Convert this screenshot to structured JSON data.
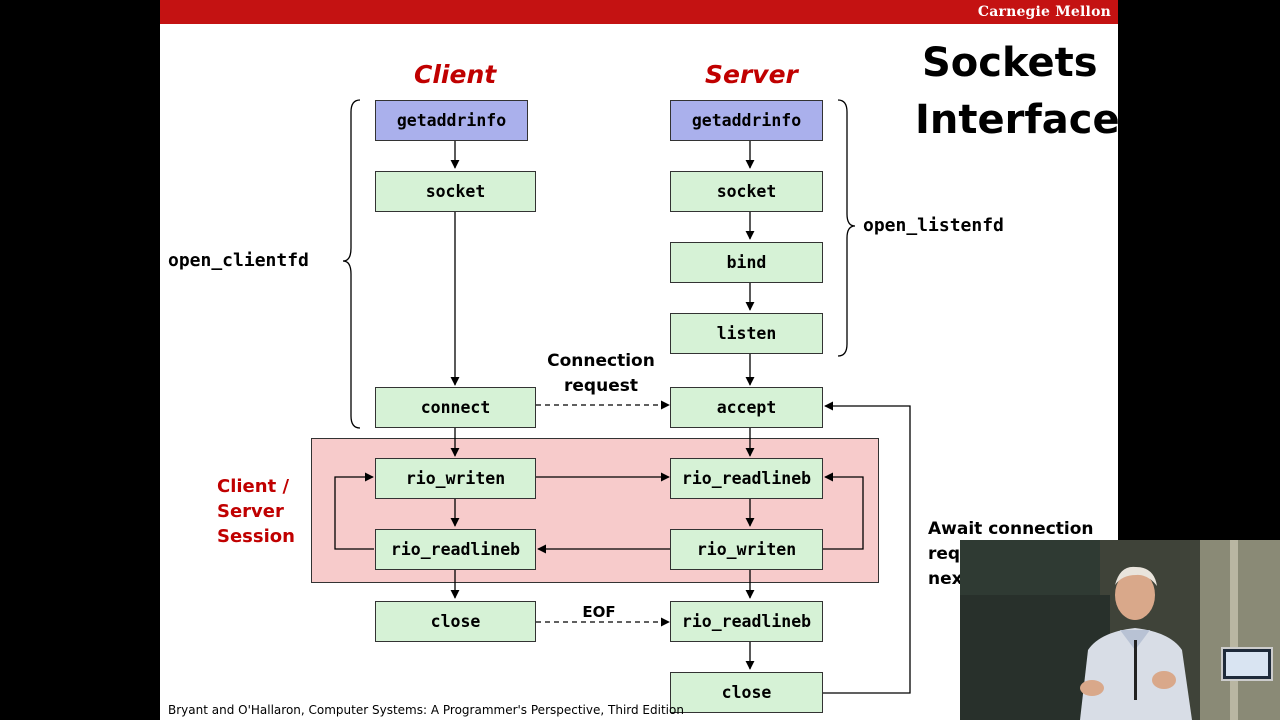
{
  "header": {
    "brand": "Carnegie Mellon"
  },
  "title": {
    "line1": "Sockets",
    "line2": "Interface"
  },
  "columns": {
    "client": "Client",
    "server": "Server"
  },
  "client_steps": {
    "getaddrinfo": "getaddrinfo",
    "socket": "socket",
    "connect": "connect",
    "rio_writen": "rio_writen",
    "rio_readlineb": "rio_readlineb",
    "close": "close"
  },
  "server_steps": {
    "getaddrinfo": "getaddrinfo",
    "socket": "socket",
    "bind": "bind",
    "listen": "listen",
    "accept": "accept",
    "rio_readlineb": "rio_readlineb",
    "rio_writen": "rio_writen",
    "rio_readlineb_eof": "rio_readlineb",
    "close": "close"
  },
  "brace_labels": {
    "client": "open_clientfd",
    "server": "open_listenfd"
  },
  "annotations": {
    "connection_request_1": "Connection",
    "connection_request_2": "request",
    "eof": "EOF",
    "await_1": "Await connection",
    "await_2": "request from",
    "await_3": "next client",
    "session_1": "Client /",
    "session_2": "Server",
    "session_3": "Session"
  },
  "footer": {
    "credit": "Bryant and O'Hallaron, Computer Systems: A Programmer's Perspective, Third Edition"
  },
  "colors": {
    "brand_red": "#c41212",
    "heading_red": "#c00000",
    "step_green": "#d6f2d6",
    "lookup_blue": "#aab0ec",
    "session_pink": "#f7cbcb"
  }
}
